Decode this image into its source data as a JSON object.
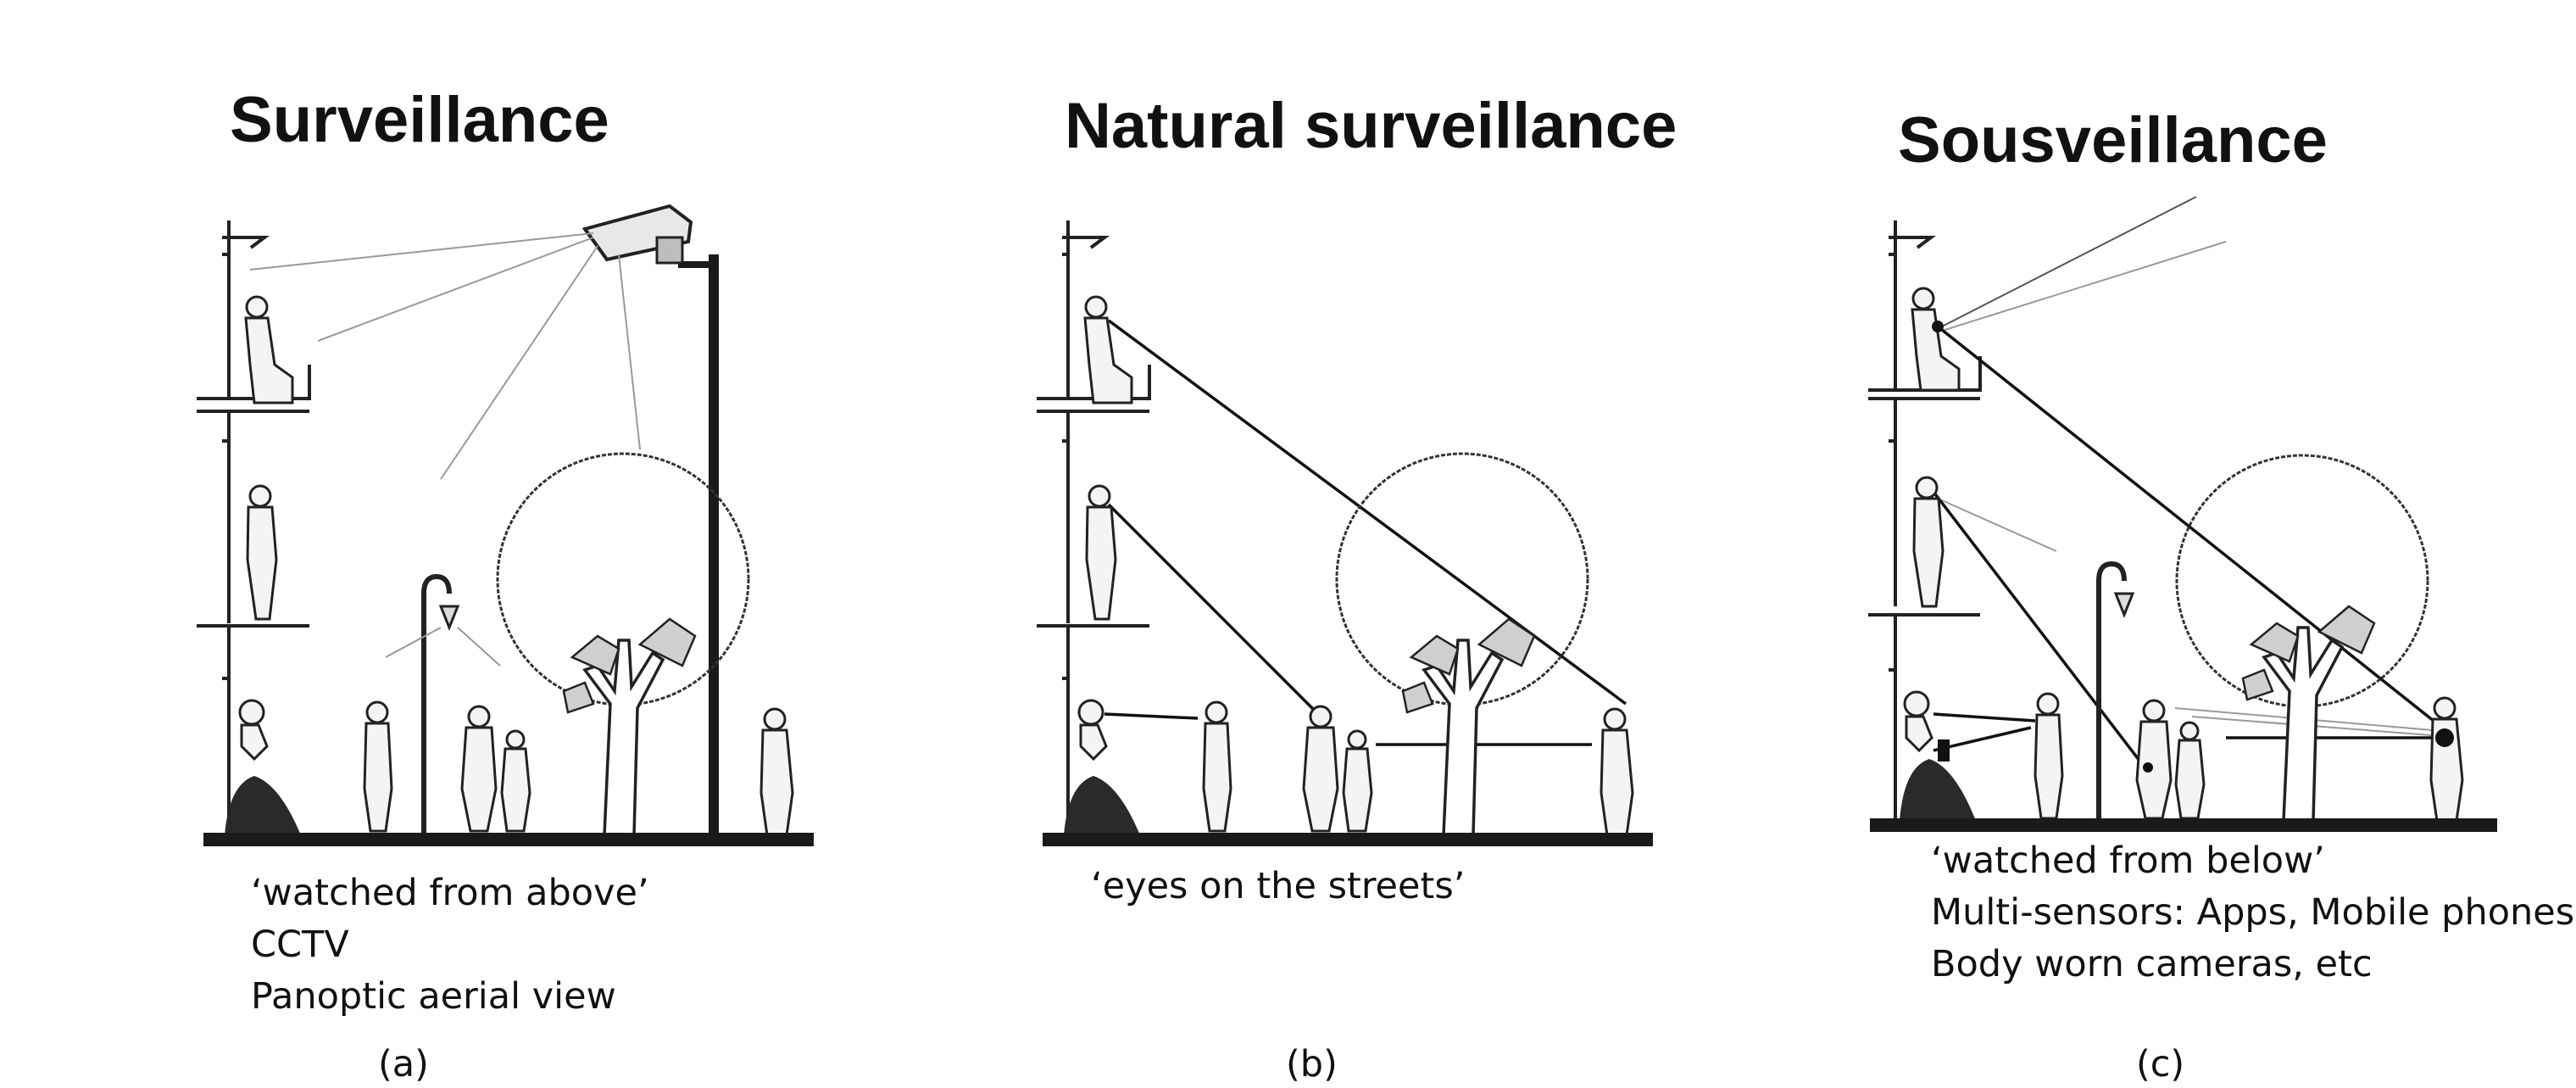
{
  "panels": [
    {
      "title": "Surveillance",
      "caption_lines": [
        "‘watched from above’",
        "CCTV",
        "Panoptic aerial view"
      ],
      "label": "(a)"
    },
    {
      "title": "Natural surveillance",
      "caption_lines": [
        "‘eyes on the streets’"
      ],
      "label": "(b)"
    },
    {
      "title": "Sousveillance",
      "caption_lines": [
        "‘watched from below’",
        "Multi-sensors: Apps, Mobile phones,",
        "Body worn cameras, etc"
      ],
      "label": "(c)"
    }
  ],
  "icons": {
    "camera": "cctv-camera-icon",
    "person": "person-icon",
    "tree": "tree-icon",
    "lamp": "street-lamp-icon",
    "building": "building-facade-icon"
  }
}
